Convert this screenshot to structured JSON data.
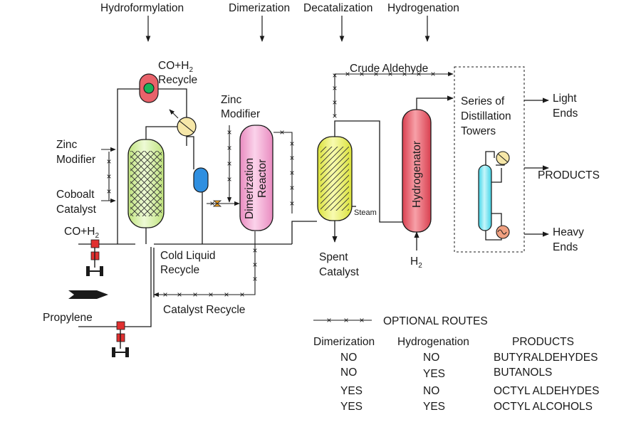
{
  "stages": {
    "hydroformylation": "Hydroformylation",
    "dimerization": "Dimerization",
    "decatalization": "Decatalization",
    "hydrogenation": "Hydrogenation"
  },
  "labels": {
    "co_h2_recycle_1": "CO+H",
    "co_h2_recycle_sub": "2",
    "co_h2_recycle_2": "Recycle",
    "zinc_modifier_left_1": "Zinc",
    "zinc_modifier_left_2": "Modifier",
    "cobalt_catalyst_1": "Coboalt",
    "cobalt_catalyst_2": "Catalyst",
    "co_h2_feed": "CO+H",
    "co_h2_feed_sub": "2",
    "propylene": "Propylene",
    "zinc_modifier_mid_1": "Zinc",
    "zinc_modifier_mid_2": "Modifier",
    "dimerization_reactor_1": "Dimerization",
    "dimerization_reactor_2": "Reactor",
    "cold_liquid_1": "Cold Liquid",
    "cold_liquid_2": "Recycle",
    "catalyst_recycle": "Catalyst Recycle",
    "crude_aldehyde": "Crude Aldehyde",
    "steam": "Steam",
    "spent_catalyst_1": "Spent",
    "spent_catalyst_2": "Catalyst",
    "hydrogenator": "Hydrogenator",
    "h2": "H",
    "h2_sub": "2",
    "distillation_1": "Series of",
    "distillation_2": "Distillation",
    "distillation_3": "Towers",
    "light_ends_1": "Light",
    "light_ends_2": "Ends",
    "products": "PRODUCTS",
    "heavy_ends_1": "Heavy",
    "heavy_ends_2": "Ends"
  },
  "legend": {
    "marker": "—x—x—",
    "text": "OPTIONAL ROUTES"
  },
  "table": {
    "headers": [
      "Dimerization",
      "Hydrogenation",
      "PRODUCTS"
    ],
    "rows": [
      [
        "NO",
        "NO",
        "BUTYRALDEHYDES"
      ],
      [
        "NO",
        "YES",
        "BUTANOLS"
      ],
      [
        "YES",
        "NO",
        "OCTYL ALDEHYDES"
      ],
      [
        "YES",
        "YES",
        "OCTYL ALCOHOLS"
      ]
    ]
  },
  "colors": {
    "hydroformylation_reactor": "#d8f0a0",
    "dimerization_reactor": "#f6b3d8",
    "decatalizer": "#eef560",
    "hydrogenator": "#ee6a77",
    "recycle_vessel": "#e8626a",
    "separator": "#2f8fe0",
    "column": "#63e4f0",
    "heat_exchanger": "#f6e7a8",
    "reboiler": "#f0a080",
    "pump": "#e03030"
  }
}
